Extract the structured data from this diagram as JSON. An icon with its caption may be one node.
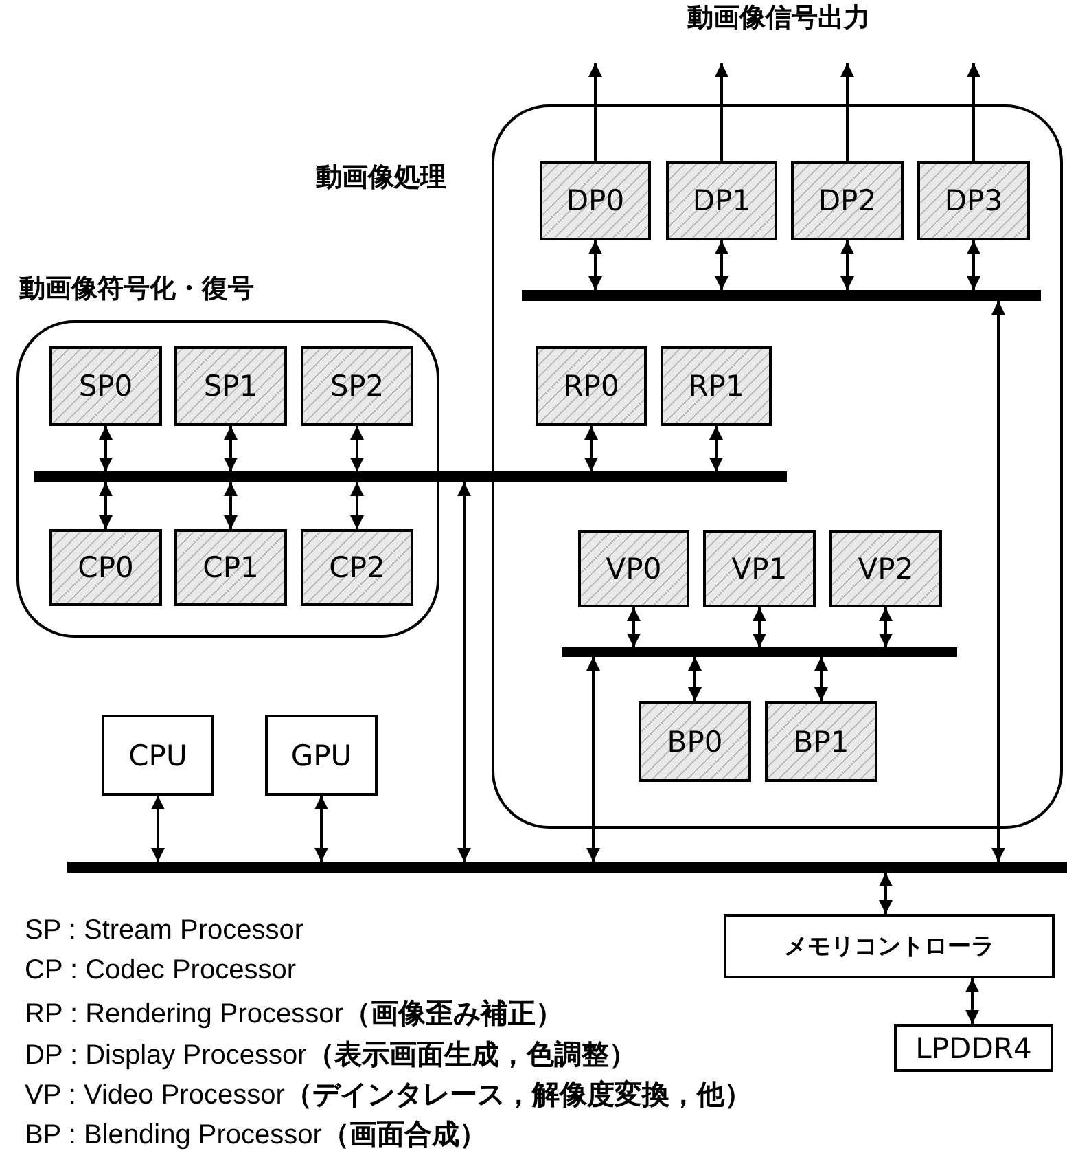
{
  "diagram": {
    "nodes": [
      {
        "text": [
          "動画像処理"
        ]
      },
      {
        "text": [
          "DP0"
        ],
        "in": 0
      },
      {
        "text": [
          "DP1"
        ],
        "in": 0
      },
      {
        "text": [
          "DP2"
        ],
        "in": 0
      },
      {
        "text": [
          "DP3"
        ],
        "in": 0
      },
      {
        "text": [],
        "shape": "bar",
        "in": 0
      },
      {
        "text": [
          "RP0"
        ],
        "in": 0
      },
      {
        "text": [
          "RP1"
        ],
        "in": 0
      },
      {
        "text": [
          "VP0"
        ],
        "in": 0
      },
      {
        "text": [
          "VP1"
        ],
        "in": 0
      },
      {
        "text": [
          "VP2"
        ],
        "in": 0
      },
      {
        "text": [],
        "shape": "bar",
        "in": 0
      },
      {
        "text": [
          "BP0"
        ],
        "in": 0
      },
      {
        "text": [
          "BP1"
        ],
        "in": 0
      },
      {
        "text": [
          "動画像符号化・復号"
        ]
      },
      {
        "text": [
          "SP0"
        ],
        "in": 14
      },
      {
        "text": [
          "SP1"
        ],
        "in": 14
      },
      {
        "text": [
          "SP2"
        ],
        "in": 14
      },
      {
        "text": [],
        "shape": "bar"
      },
      {
        "text": [
          "CP0"
        ],
        "in": 14
      },
      {
        "text": [
          "CP1"
        ],
        "in": 14
      },
      {
        "text": [
          "CP2"
        ],
        "in": 14
      },
      {
        "text": [
          "CPU"
        ]
      },
      {
        "text": [
          "GPU"
        ]
      },
      {
        "text": [],
        "shape": "bar"
      },
      {
        "text": [
          "メモリコントローラ"
        ]
      },
      {
        "text": [
          "LPDDR4"
        ]
      }
    ],
    "edges": [
      {
        "from": 1,
        "to": null,
        "arrow": "to"
      },
      {
        "from": 2,
        "to": null,
        "arrow": "to"
      },
      {
        "from": 3,
        "to": null,
        "arrow": "to"
      },
      {
        "from": 4,
        "to": null,
        "arrow": "to"
      },
      {
        "from": 1,
        "to": 5,
        "arrow": "both"
      },
      {
        "from": 2,
        "to": 5,
        "arrow": "both"
      },
      {
        "from": 3,
        "to": 5,
        "arrow": "both"
      },
      {
        "from": 4,
        "to": 5,
        "arrow": "both"
      },
      {
        "from": 6,
        "to": 18,
        "arrow": "both"
      },
      {
        "from": 7,
        "to": 18,
        "arrow": "both"
      },
      {
        "from": 15,
        "to": 18,
        "arrow": "both"
      },
      {
        "from": 16,
        "to": 18,
        "arrow": "both"
      },
      {
        "from": 17,
        "to": 18,
        "arrow": "both"
      },
      {
        "from": 18,
        "to": 19,
        "arrow": "both"
      },
      {
        "from": 18,
        "to": 20,
        "arrow": "both"
      },
      {
        "from": 18,
        "to": 21,
        "arrow": "both"
      },
      {
        "from": 8,
        "to": 11,
        "arrow": "both"
      },
      {
        "from": 9,
        "to": 11,
        "arrow": "both"
      },
      {
        "from": 10,
        "to": 11,
        "arrow": "both"
      },
      {
        "from": 11,
        "to": 12,
        "arrow": "both"
      },
      {
        "from": 11,
        "to": 13,
        "arrow": "both"
      },
      {
        "from": 22,
        "to": 24,
        "arrow": "both"
      },
      {
        "from": 23,
        "to": 24,
        "arrow": "both"
      },
      {
        "from": 24,
        "to": 18,
        "arrow": "both"
      },
      {
        "from": 24,
        "to": 11,
        "arrow": "both"
      },
      {
        "from": 24,
        "to": 5,
        "arrow": "both"
      },
      {
        "from": 24,
        "to": 25,
        "arrow": "both"
      },
      {
        "from": 25,
        "to": 26,
        "arrow": "both"
      }
    ],
    "labels": [
      "動画像信号出力",
      "SP : Stream Processor",
      "CP : Codec Processor",
      "RP : Rendering Processor**（画像歪み補正）**",
      "DP : Display Processor**（表示画面生成，色調整）**",
      "VP : Video Processor**（デインタレース，解像度変換，他）**",
      "BP : Blending Processor**（画面合成）**"
    ]
  }
}
